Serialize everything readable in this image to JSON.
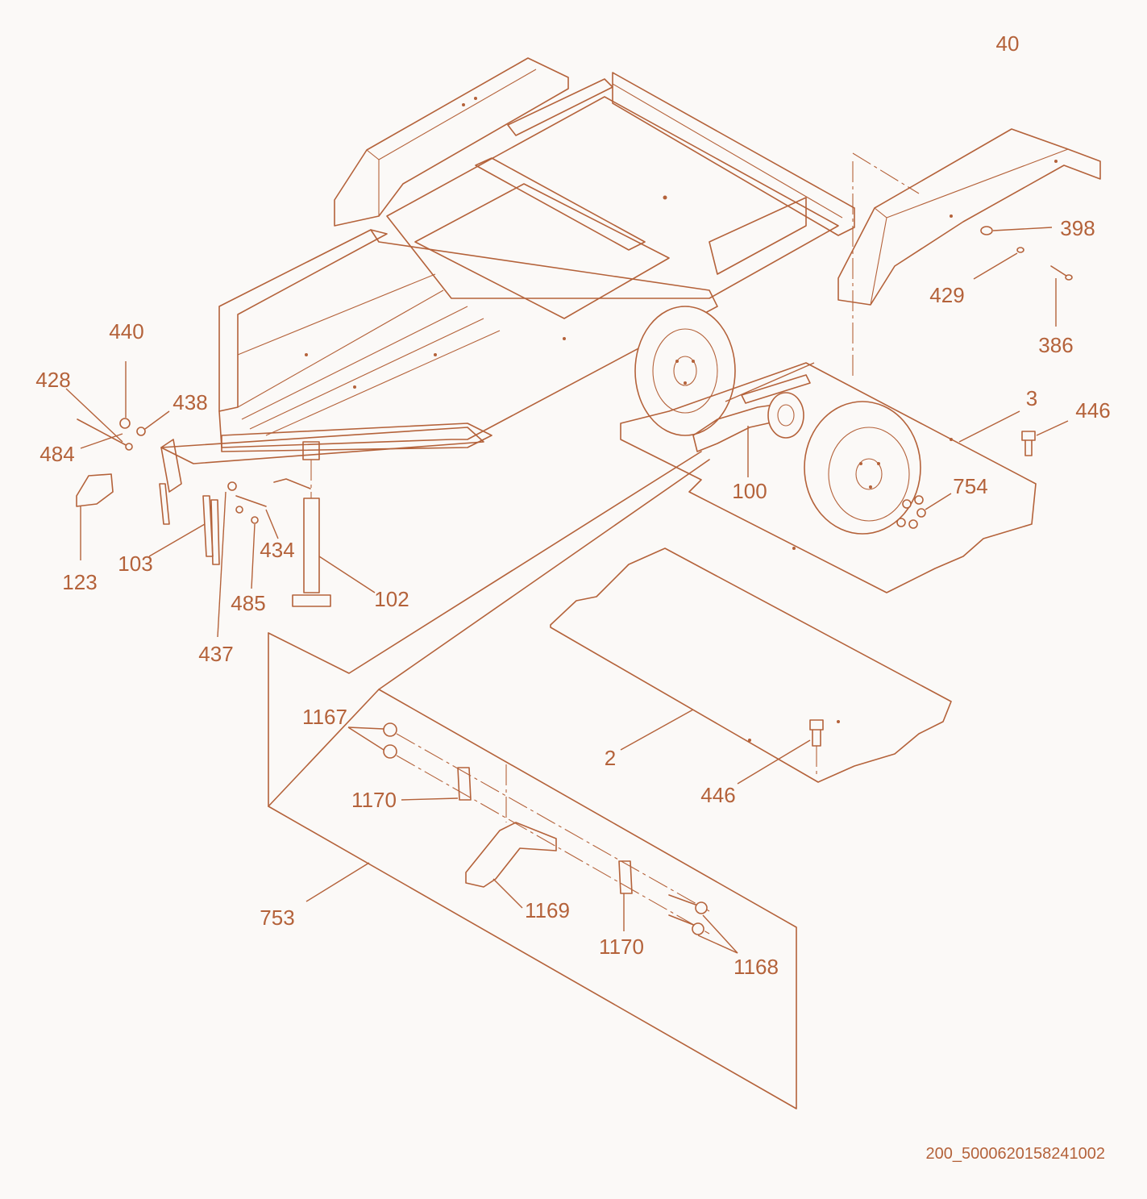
{
  "diagram": {
    "accent_color": "#b4623a",
    "callouts": [
      {
        "id": "40",
        "label": "40"
      },
      {
        "id": "398",
        "label": "398"
      },
      {
        "id": "429",
        "label": "429"
      },
      {
        "id": "386",
        "label": "386"
      },
      {
        "id": "3",
        "label": "3"
      },
      {
        "id": "446a",
        "label": "446"
      },
      {
        "id": "754",
        "label": "754"
      },
      {
        "id": "100",
        "label": "100"
      },
      {
        "id": "440",
        "label": "440"
      },
      {
        "id": "428",
        "label": "428"
      },
      {
        "id": "438",
        "label": "438"
      },
      {
        "id": "484",
        "label": "484"
      },
      {
        "id": "123",
        "label": "123"
      },
      {
        "id": "103",
        "label": "103"
      },
      {
        "id": "434",
        "label": "434"
      },
      {
        "id": "102",
        "label": "102"
      },
      {
        "id": "485",
        "label": "485"
      },
      {
        "id": "437",
        "label": "437"
      },
      {
        "id": "1167",
        "label": "1167"
      },
      {
        "id": "1170a",
        "label": "1170"
      },
      {
        "id": "2",
        "label": "2"
      },
      {
        "id": "446b",
        "label": "446"
      },
      {
        "id": "753",
        "label": "753"
      },
      {
        "id": "1169",
        "label": "1169"
      },
      {
        "id": "1170b",
        "label": "1170"
      },
      {
        "id": "1168",
        "label": "1168"
      }
    ],
    "document_id": "200_5000620158241002"
  }
}
